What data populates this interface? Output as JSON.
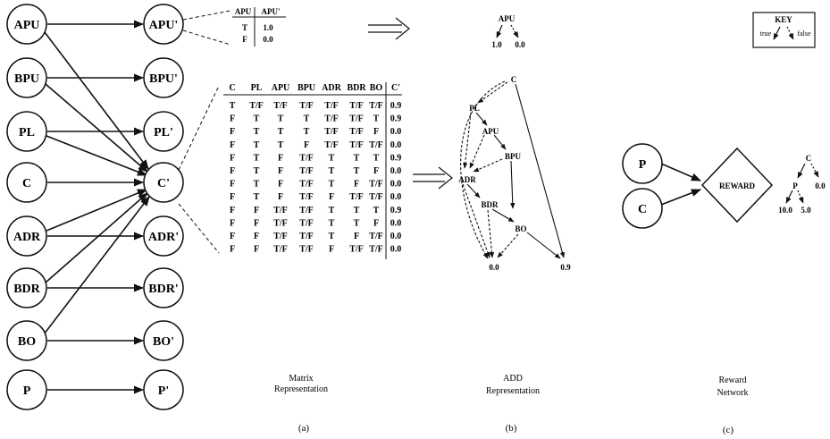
{
  "dbn": {
    "left_nodes": [
      "APU",
      "BPU",
      "PL",
      "C",
      "ADR",
      "BDR",
      "BO",
      "P"
    ],
    "right_nodes": [
      "APU'",
      "BPU'",
      "PL'",
      "C'",
      "ADR'",
      "BDR'",
      "BO'",
      "P'"
    ]
  },
  "apu_table": {
    "headers": [
      "APU",
      "APU'"
    ],
    "rows": [
      [
        "T",
        "1.0"
      ],
      [
        "F",
        "0.0"
      ]
    ]
  },
  "matrix": {
    "headers": [
      "C",
      "PL",
      "APU",
      "BPU",
      "ADR",
      "BDR",
      "BO",
      "C'"
    ],
    "rows": [
      [
        "T",
        "T/F",
        "T/F",
        "T/F",
        "T/F",
        "T/F",
        "T/F",
        "0.9"
      ],
      [
        "F",
        "T",
        "T",
        "T",
        "T/F",
        "T/F",
        "T",
        "0.9"
      ],
      [
        "F",
        "T",
        "T",
        "T",
        "T/F",
        "T/F",
        "F",
        "0.0"
      ],
      [
        "F",
        "T",
        "T",
        "F",
        "T/F",
        "T/F",
        "T/F",
        "0.0"
      ],
      [
        "F",
        "T",
        "F",
        "T/F",
        "T",
        "T",
        "T",
        "0.9"
      ],
      [
        "F",
        "T",
        "F",
        "T/F",
        "T",
        "T",
        "F",
        "0.0"
      ],
      [
        "F",
        "T",
        "F",
        "T/F",
        "T",
        "F",
        "T/F",
        "0.0"
      ],
      [
        "F",
        "T",
        "F",
        "T/F",
        "F",
        "T/F",
        "T/F",
        "0.0"
      ],
      [
        "F",
        "F",
        "T/F",
        "T/F",
        "T",
        "T",
        "T",
        "0.9"
      ],
      [
        "F",
        "F",
        "T/F",
        "T/F",
        "T",
        "T",
        "F",
        "0.0"
      ],
      [
        "F",
        "F",
        "T/F",
        "T/F",
        "T",
        "F",
        "T/F",
        "0.0"
      ],
      [
        "F",
        "F",
        "T/F",
        "T/F",
        "F",
        "T/F",
        "T/F",
        "0.0"
      ]
    ]
  },
  "apu_add": {
    "root": "APU",
    "true_leaf": "1.0",
    "false_leaf": "0.0"
  },
  "add": {
    "nodes": [
      "C",
      "PL",
      "APU",
      "BPU",
      "ADR",
      "BDR",
      "BO"
    ],
    "leaves": [
      "0.0",
      "0.9"
    ]
  },
  "key": {
    "title": "KEY",
    "true_label": "true",
    "false_label": "false"
  },
  "reward": {
    "inputs": [
      "P",
      "C"
    ],
    "node": "REWARD",
    "tree_nodes": [
      "C",
      "P"
    ],
    "leaves": [
      "0.0",
      "10.0",
      "5.0"
    ]
  },
  "captions": {
    "matrix_line1": "Matrix",
    "matrix_line2": "Representation",
    "add_line1": "ADD",
    "add_line2": "Representation",
    "reward_line1": "Reward",
    "reward_line2": "Network"
  },
  "panel_labels": [
    "(a)",
    "(b)",
    "(c)"
  ]
}
